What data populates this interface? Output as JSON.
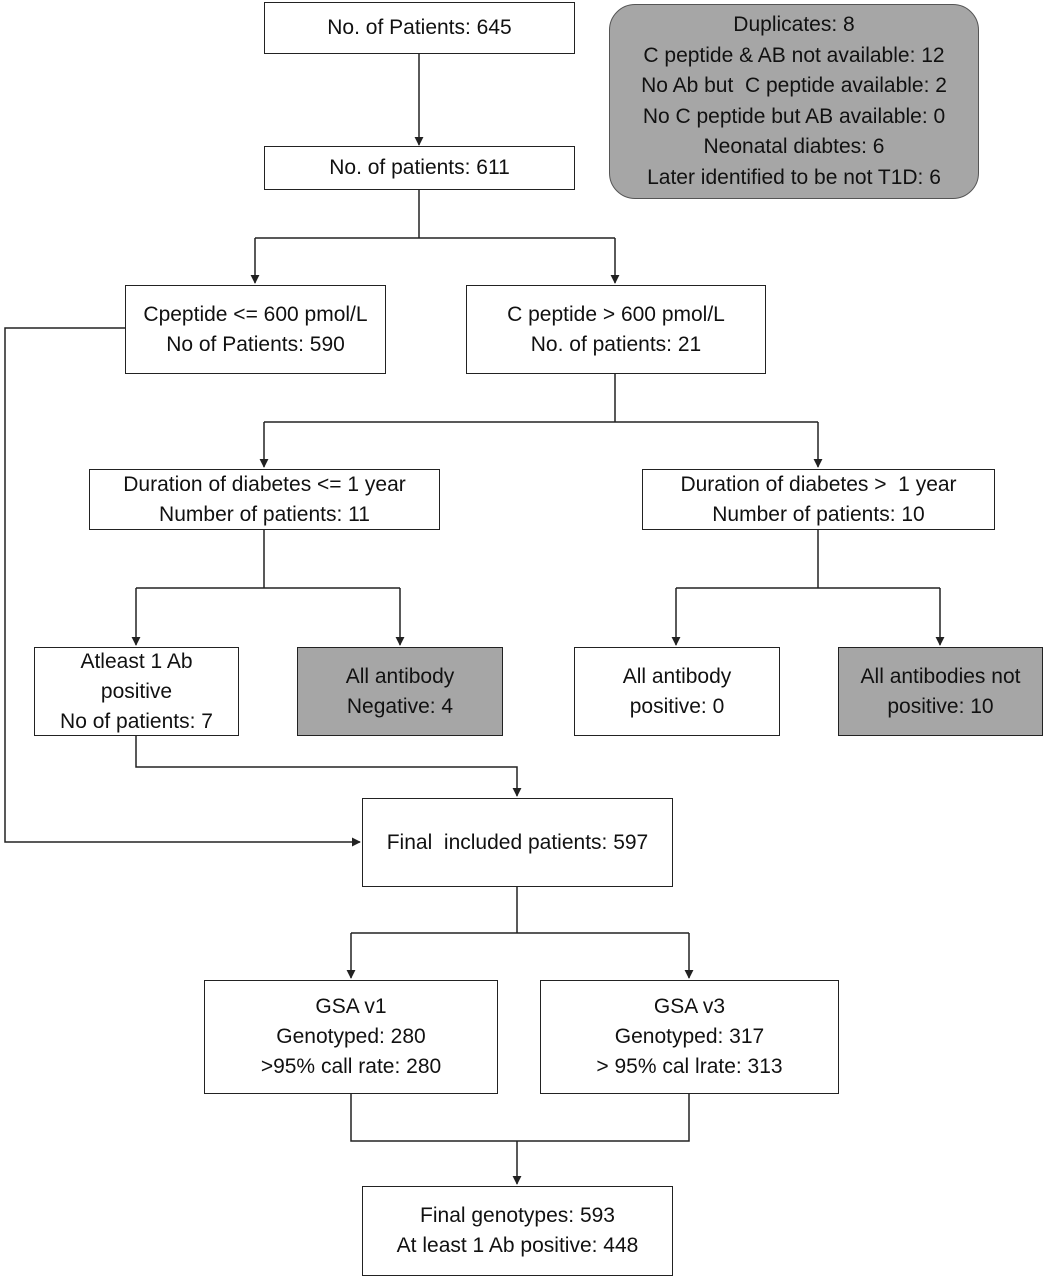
{
  "nodes": {
    "n645": [
      "No. of Patients: 645"
    ],
    "excluded": [
      "Duplicates: 8",
      "C peptide & AB not available: 12",
      "No Ab but  C peptide available: 2",
      "No C peptide but AB available: 0",
      "Neonatal diabtes: 6",
      "Later identified to be not T1D: 6"
    ],
    "n611": [
      "No. of patients: 611"
    ],
    "cpep_low": [
      "Cpeptide <= 600 pmol/L",
      "No of Patients: 590"
    ],
    "cpep_high": [
      "C peptide > 600 pmol/L",
      "No. of patients: 21"
    ],
    "dur_short": [
      "Duration of diabetes <= 1 year",
      "Number of patients: 11"
    ],
    "dur_long": [
      "Duration of diabetes >  1 year",
      "Number of patients: 10"
    ],
    "ab_pos": [
      "Atleast 1 Ab",
      "positive",
      "No of patients: 7"
    ],
    "ab_neg": [
      "All antibody",
      "Negative: 4"
    ],
    "all_ab_pos": [
      "All antibody",
      "positive: 0"
    ],
    "ab_not_pos": [
      "All antibodies not",
      "positive: 10"
    ],
    "final_included": [
      "Final  included patients: 597"
    ],
    "gsa_v1": [
      "GSA v1",
      "Genotyped: 280",
      ">95% call rate: 280"
    ],
    "gsa_v3": [
      "GSA v3",
      "Genotyped: 317",
      "> 95% cal lrate: 313"
    ],
    "final_geno": [
      "Final genotypes: 593",
      "At least 1 Ab positive: 448"
    ]
  },
  "colors": {
    "box_fill": "#ffffff",
    "excluded_fill": "#a6a6a6",
    "line": "#222222"
  }
}
